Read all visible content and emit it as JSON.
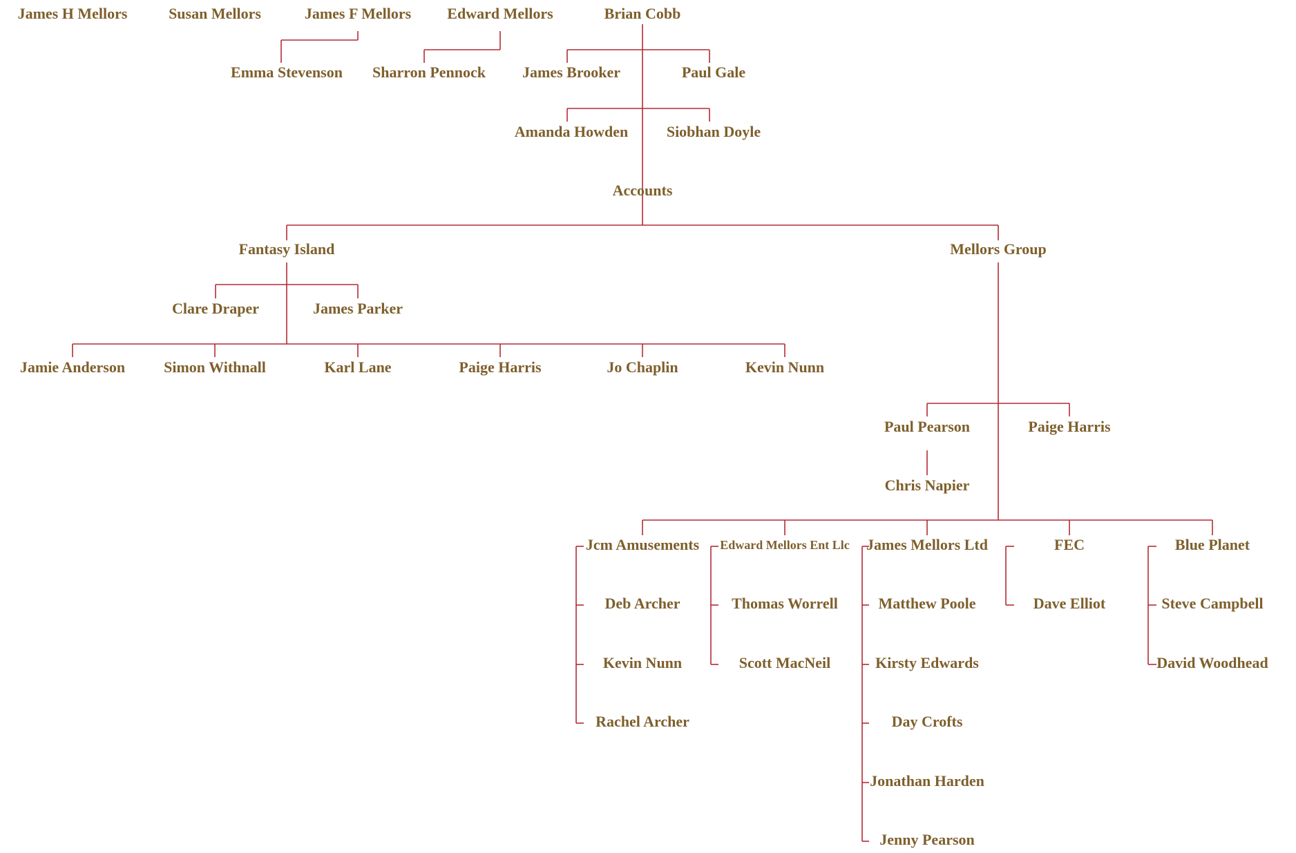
{
  "colors": {
    "connector": "#b42a36",
    "label": "#7e5f2c",
    "background": "#ffffff"
  },
  "nodes": {
    "james_h_mellors": "James H Mellors",
    "susan_mellors": "Susan Mellors",
    "james_f_mellors": "James F Mellors",
    "edward_mellors": "Edward Mellors",
    "brian_cobb": "Brian Cobb",
    "emma_stevenson": "Emma Stevenson",
    "sharron_pennock": "Sharron Pennock",
    "james_brooker": "James Brooker",
    "paul_gale": "Paul Gale",
    "amanda_howden": "Amanda Howden",
    "siobhan_doyle": "Siobhan Doyle",
    "accounts": "Accounts",
    "fantasy_island": "Fantasy Island",
    "mellors_group": "Mellors Group",
    "clare_draper": "Clare Draper",
    "james_parker": "James Parker",
    "jamie_anderson": "Jamie Anderson",
    "simon_withnall": "Simon Withnall",
    "karl_lane": "Karl Lane",
    "paige_harris_fi": "Paige Harris",
    "jo_chaplin": "Jo Chaplin",
    "kevin_nunn_fi": "Kevin Nunn",
    "paul_pearson": "Paul Pearson",
    "paige_harris_mg": "Paige Harris",
    "chris_napier": "Chris Napier",
    "jcm_amusements": "Jcm Amusements",
    "edward_mellors_ent": "Edward Mellors Ent Llc",
    "james_mellors_ltd": "James Mellors Ltd",
    "fec": "FEC",
    "blue_planet": "Blue Planet",
    "deb_archer": "Deb Archer",
    "kevin_nunn_jcm": "Kevin Nunn",
    "rachel_archer": "Rachel Archer",
    "thomas_worrell": "Thomas Worrell",
    "scott_macneil": "Scott MacNeil",
    "matthew_poole": "Matthew Poole",
    "kirsty_edwards": "Kirsty Edwards",
    "day_crofts": "Day Crofts",
    "jonathan_harden": "Jonathan Harden",
    "jenny_pearson": "Jenny Pearson",
    "dave_elliot": "Dave Elliot",
    "steve_campbell": "Steve Campbell",
    "david_woodhead": "David Woodhead"
  }
}
